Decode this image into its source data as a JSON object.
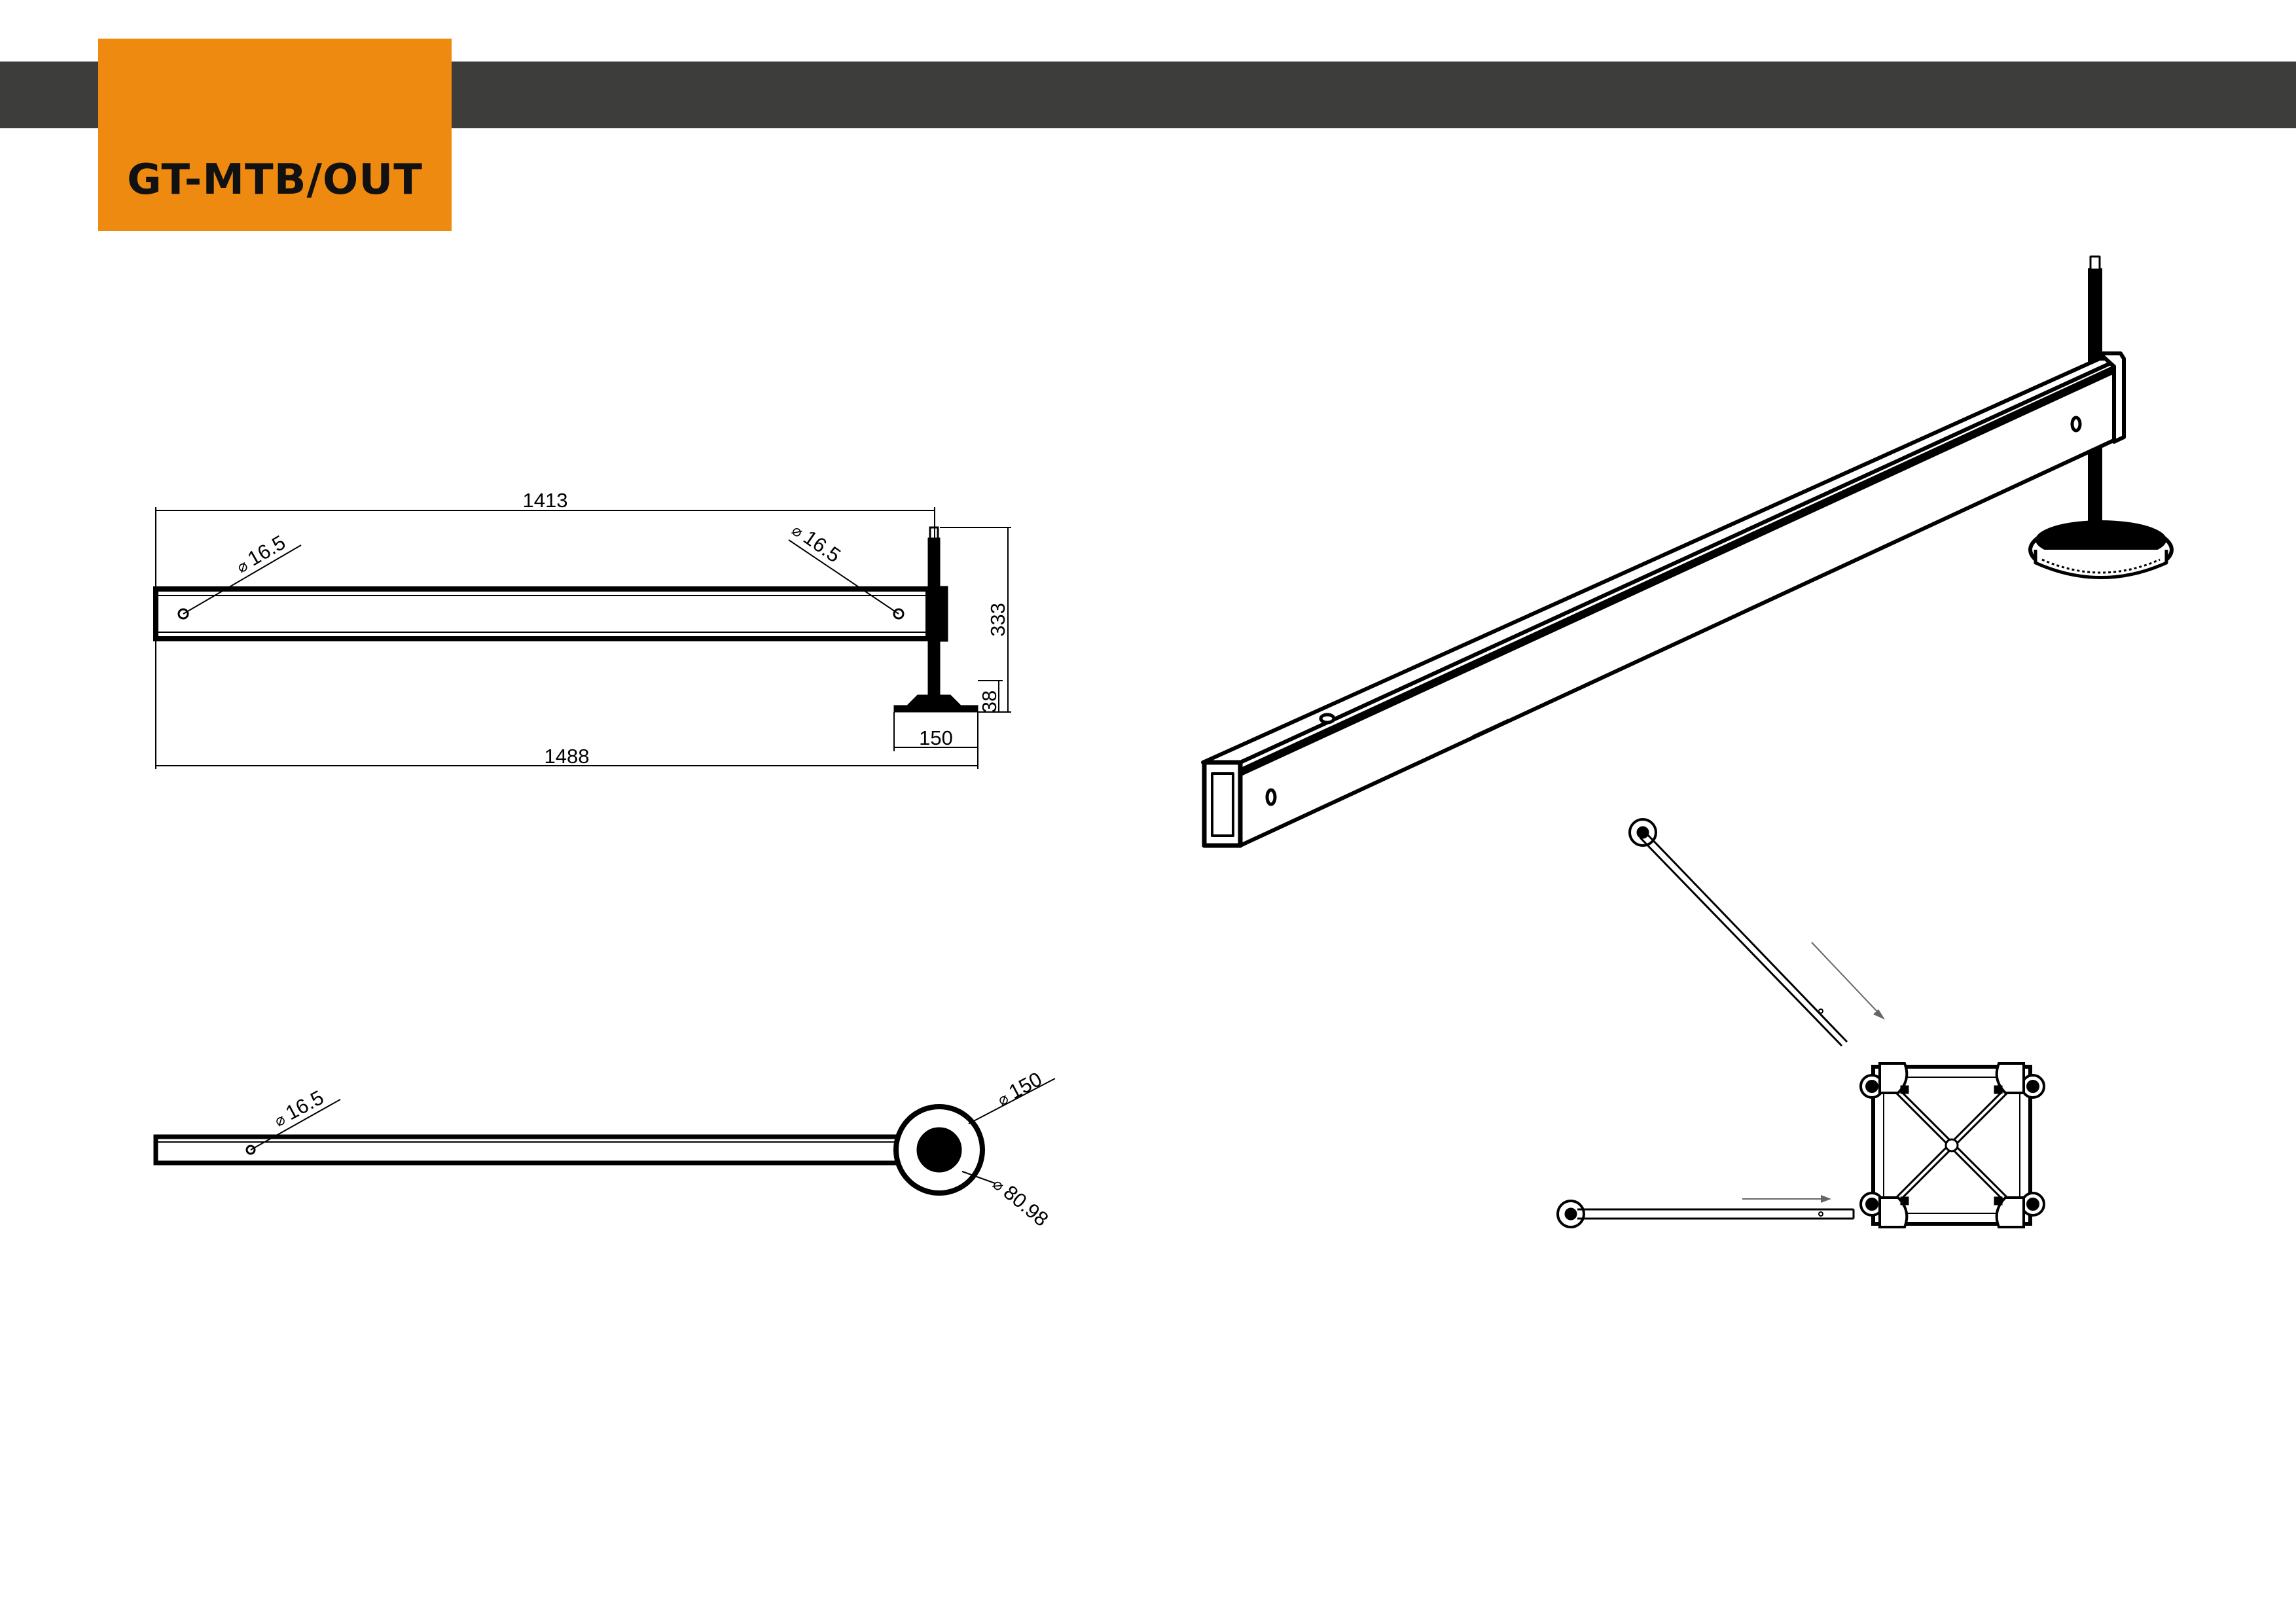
{
  "header": {
    "product_code": "GT-MTB/OUT"
  },
  "colors": {
    "accent": "#ef8a10",
    "bar": "#3d3d3b",
    "ink": "#000000"
  },
  "side_view": {
    "overall_tube_length": "1413",
    "overall_length": "1488",
    "height": "333",
    "foot_height": "38",
    "foot_width": "150",
    "hole_left": "16.5",
    "hole_right": "16.5"
  },
  "top_view": {
    "hole": "16.5",
    "foot_diameter": "150",
    "tube_diameter": "80.98"
  }
}
